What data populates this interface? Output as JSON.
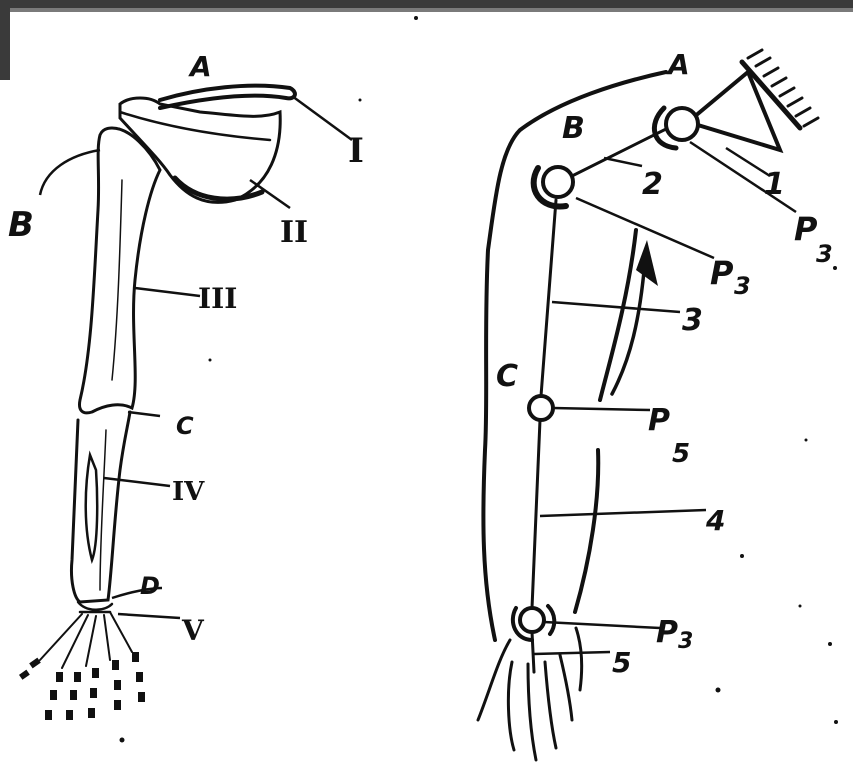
{
  "left_figure": {
    "joints": {
      "a": "A",
      "b": "B",
      "c": "C",
      "d": "D"
    },
    "bones": {
      "i": "I",
      "ii": "II",
      "iii": "III",
      "iv": "IV",
      "v": "V"
    }
  },
  "right_figure": {
    "joints": {
      "a": "A",
      "b": "B",
      "c": "C"
    },
    "links": {
      "l1": "1",
      "l2": "2",
      "l3": "3",
      "l4": "4",
      "l5": "5"
    },
    "pairs": {
      "p3_top": {
        "main": "P",
        "sub": "3"
      },
      "p3_shoulder": {
        "main": "P",
        "sub": "3"
      },
      "p5_elbow": {
        "main": "P",
        "sub": "5"
      },
      "p3_wrist": {
        "main": "P",
        "sub": "3"
      }
    }
  }
}
